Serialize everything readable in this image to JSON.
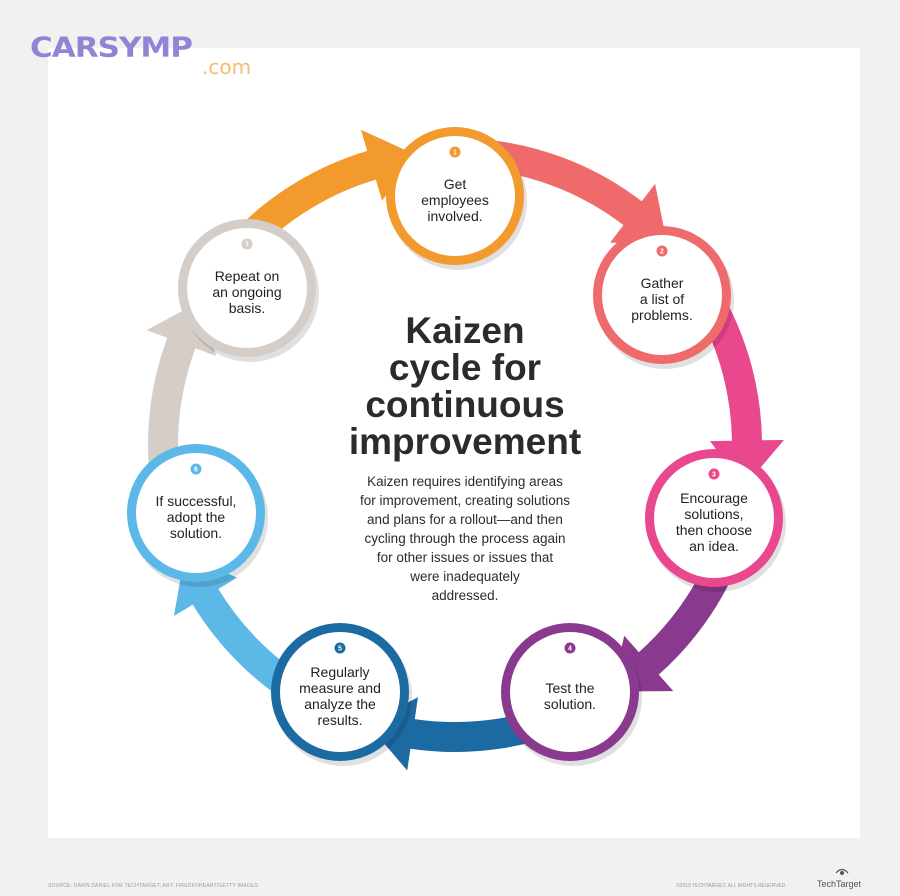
{
  "logo": {
    "main": "CARSYMP",
    "suffix": ".com"
  },
  "title_lines": [
    "Kaizen",
    "cycle for",
    "continuous",
    "improvement"
  ],
  "description_lines": [
    "Kaizen requires identifying areas",
    "for improvement, creating solutions",
    "and plans for a rollout—and then",
    "cycling through the process again",
    "for other issues or issues that",
    "were inadequately",
    "addressed."
  ],
  "steps": [
    {
      "number": "1",
      "lines": [
        "Get",
        "employees",
        "involved."
      ],
      "color": "#f39a2f"
    },
    {
      "number": "2",
      "lines": [
        "Gather",
        "a list of",
        "problems."
      ],
      "color": "#ef6b6b"
    },
    {
      "number": "3",
      "lines": [
        "Encourage",
        "solutions,",
        "then choose",
        "an idea."
      ],
      "color": "#e9478e"
    },
    {
      "number": "4",
      "lines": [
        "Test the",
        "solution."
      ],
      "color": "#8a3a8e"
    },
    {
      "number": "5",
      "lines": [
        "Regularly",
        "measure and",
        "analyze the",
        "results."
      ],
      "color": "#1c6aa2"
    },
    {
      "number": "6",
      "lines": [
        "If successful,",
        "adopt the",
        "solution."
      ],
      "color": "#5cb8e7"
    },
    {
      "number": "7",
      "lines": [
        "Repeat on",
        "an ongoing",
        "basis."
      ],
      "color": "#d5cdc7"
    }
  ],
  "footer": {
    "source": "SOURCE: DAWN DANIEL FOR TECHTARGET; ART: FIREDFOHEART/GETTY IMAGES",
    "copyright": "©2019 TECHTARGET. ALL RIGHTS RESERVED",
    "brand": "TechTarget",
    "brand_icon": "eye-icon"
  }
}
